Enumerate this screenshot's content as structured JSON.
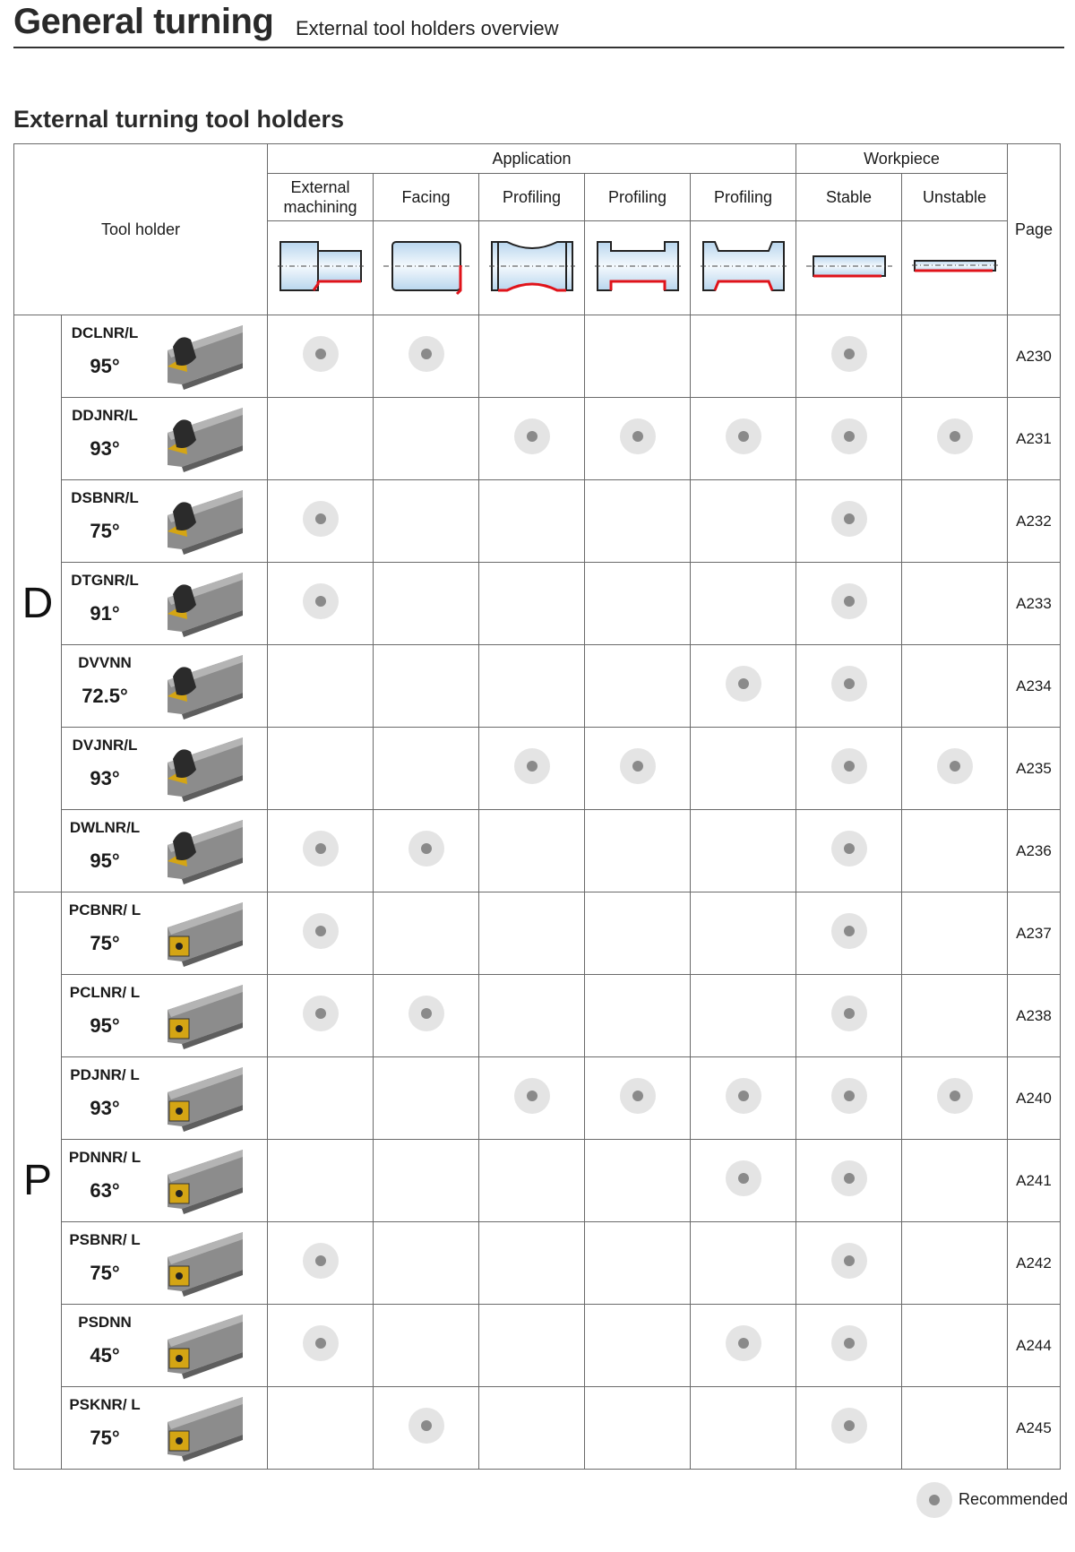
{
  "header": {
    "title": "General turning",
    "subtitle": "External tool holders overview"
  },
  "section_title": "External turning tool holders",
  "table": {
    "tool_holder_label": "Tool holder",
    "application_label": "Application",
    "workpiece_label": "Workpiece",
    "page_label": "Page",
    "columns": [
      "External\nmachining",
      "Facing",
      "Profiling",
      "Profiling",
      "Profiling",
      "Stable",
      "Unstable"
    ],
    "groups": [
      {
        "letter": "D",
        "rows": [
          {
            "name": "DCLNR/L",
            "angle": "95°",
            "marks": [
              1,
              1,
              0,
              0,
              0,
              1,
              0
            ],
            "page": "A230"
          },
          {
            "name": "DDJNR/L",
            "angle": "93°",
            "marks": [
              0,
              0,
              1,
              1,
              1,
              1,
              1
            ],
            "page": "A231"
          },
          {
            "name": "DSBNR/L",
            "angle": "75°",
            "marks": [
              1,
              0,
              0,
              0,
              0,
              1,
              0
            ],
            "page": "A232"
          },
          {
            "name": "DTGNR/L",
            "angle": "91°",
            "marks": [
              1,
              0,
              0,
              0,
              0,
              1,
              0
            ],
            "page": "A233"
          },
          {
            "name": "DVVNN",
            "angle": "72.5°",
            "marks": [
              0,
              0,
              0,
              0,
              1,
              1,
              0
            ],
            "page": "A234"
          },
          {
            "name": "DVJNR/L",
            "angle": "93°",
            "marks": [
              0,
              0,
              1,
              1,
              0,
              1,
              1
            ],
            "page": "A235"
          },
          {
            "name": "DWLNR/L",
            "angle": "95°",
            "marks": [
              1,
              1,
              0,
              0,
              0,
              1,
              0
            ],
            "page": "A236"
          }
        ]
      },
      {
        "letter": "P",
        "rows": [
          {
            "name": "PCBNR/ L",
            "angle": "75°",
            "marks": [
              1,
              0,
              0,
              0,
              0,
              1,
              0
            ],
            "page": "A237"
          },
          {
            "name": "PCLNR/ L",
            "angle": "95°",
            "marks": [
              1,
              1,
              0,
              0,
              0,
              1,
              0
            ],
            "page": "A238"
          },
          {
            "name": "PDJNR/ L",
            "angle": "93°",
            "marks": [
              0,
              0,
              1,
              1,
              1,
              1,
              1
            ],
            "page": "A240"
          },
          {
            "name": "PDNNR/ L",
            "angle": "63°",
            "marks": [
              0,
              0,
              0,
              0,
              1,
              1,
              0
            ],
            "page": "A241"
          },
          {
            "name": "PSBNR/ L",
            "angle": "75°",
            "marks": [
              1,
              0,
              0,
              0,
              0,
              1,
              0
            ],
            "page": "A242"
          },
          {
            "name": "PSDNN",
            "angle": "45°",
            "marks": [
              1,
              0,
              0,
              0,
              1,
              1,
              0
            ],
            "page": "A244"
          },
          {
            "name": "PSKNR/ L",
            "angle": "75°",
            "marks": [
              0,
              1,
              0,
              0,
              0,
              1,
              0
            ],
            "page": "A245"
          }
        ]
      }
    ]
  },
  "legend": {
    "label": "Recommended"
  },
  "colors": {
    "insert_gold": "#d4a514",
    "cut_edge_red": "#e0131a",
    "dot_outer": "#e4e4e4",
    "dot_inner": "#8a8a8a",
    "shank_gray": "#8c8c8c"
  }
}
